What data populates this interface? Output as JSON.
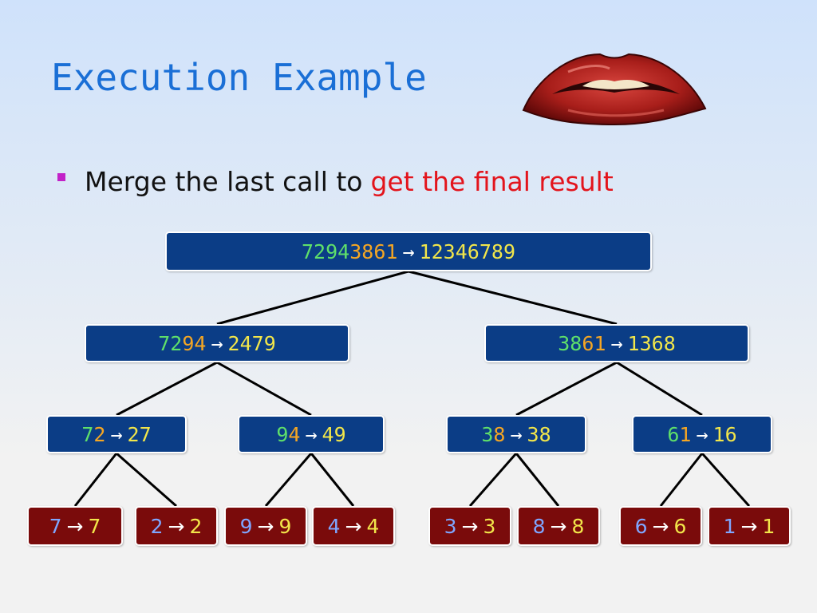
{
  "slide": {
    "title": "Execution Example",
    "bullet": {
      "text": "Merge the last call to",
      "accent_text": "get the final result",
      "accent_color": "#e3141c",
      "marker_color": "#c222c8"
    },
    "image": "lips-graphic"
  },
  "colors": {
    "green": "#5fe06a",
    "orange": "#f5a623",
    "yellow": "#f2e64a",
    "blue": "#7fa6ff",
    "arrow": "#ffffff"
  },
  "tree": {
    "nodes": [
      {
        "id": "root",
        "input": [
          [
            "7",
            "green"
          ],
          [
            "2",
            "green"
          ],
          [
            "9",
            "green"
          ],
          [
            "4",
            "green"
          ],
          [
            "3",
            "orange"
          ],
          [
            "8",
            "orange"
          ],
          [
            "6",
            "orange"
          ],
          [
            "1",
            "orange"
          ]
        ],
        "output": [
          [
            "1",
            "yellow"
          ],
          [
            "2",
            "yellow"
          ],
          [
            "3",
            "yellow"
          ],
          [
            "4",
            "yellow"
          ],
          [
            "6",
            "yellow"
          ],
          [
            "7",
            "yellow"
          ],
          [
            "8",
            "yellow"
          ],
          [
            "9",
            "yellow"
          ]
        ]
      },
      {
        "id": "left",
        "input": [
          [
            "7",
            "green"
          ],
          [
            "2",
            "green"
          ],
          [
            "9",
            "orange"
          ],
          [
            "4",
            "orange"
          ]
        ],
        "output": [
          [
            "2",
            "yellow"
          ],
          [
            "4",
            "yellow"
          ],
          [
            "7",
            "yellow"
          ],
          [
            "9",
            "yellow"
          ]
        ]
      },
      {
        "id": "right",
        "input": [
          [
            "3",
            "green"
          ],
          [
            "8",
            "green"
          ],
          [
            "6",
            "orange"
          ],
          [
            "1",
            "orange"
          ]
        ],
        "output": [
          [
            "1",
            "yellow"
          ],
          [
            "3",
            "yellow"
          ],
          [
            "6",
            "yellow"
          ],
          [
            "8",
            "yellow"
          ]
        ]
      },
      {
        "id": "ll",
        "input": [
          [
            "7",
            "green"
          ],
          [
            "2",
            "orange"
          ]
        ],
        "output": [
          [
            "2",
            "yellow"
          ],
          [
            "7",
            "yellow"
          ]
        ]
      },
      {
        "id": "lr",
        "input": [
          [
            "9",
            "green"
          ],
          [
            "4",
            "orange"
          ]
        ],
        "output": [
          [
            "4",
            "yellow"
          ],
          [
            "9",
            "yellow"
          ]
        ]
      },
      {
        "id": "rl",
        "input": [
          [
            "3",
            "green"
          ],
          [
            "8",
            "orange"
          ]
        ],
        "output": [
          [
            "3",
            "yellow"
          ],
          [
            "8",
            "yellow"
          ]
        ]
      },
      {
        "id": "rr",
        "input": [
          [
            "6",
            "green"
          ],
          [
            "1",
            "orange"
          ]
        ],
        "output": [
          [
            "1",
            "yellow"
          ],
          [
            "6",
            "yellow"
          ]
        ]
      },
      {
        "id": "leaf-7",
        "input": [
          [
            "7",
            "blue"
          ]
        ],
        "output": [
          [
            "7",
            "yellow"
          ]
        ]
      },
      {
        "id": "leaf-2",
        "input": [
          [
            "2",
            "blue"
          ]
        ],
        "output": [
          [
            "2",
            "yellow"
          ]
        ]
      },
      {
        "id": "leaf-9",
        "input": [
          [
            "9",
            "blue"
          ]
        ],
        "output": [
          [
            "9",
            "yellow"
          ]
        ]
      },
      {
        "id": "leaf-4",
        "input": [
          [
            "4",
            "blue"
          ]
        ],
        "output": [
          [
            "4",
            "yellow"
          ]
        ]
      },
      {
        "id": "leaf-3",
        "input": [
          [
            "3",
            "blue"
          ]
        ],
        "output": [
          [
            "3",
            "yellow"
          ]
        ]
      },
      {
        "id": "leaf-8",
        "input": [
          [
            "8",
            "blue"
          ]
        ],
        "output": [
          [
            "8",
            "yellow"
          ]
        ]
      },
      {
        "id": "leaf-6",
        "input": [
          [
            "6",
            "blue"
          ]
        ],
        "output": [
          [
            "6",
            "yellow"
          ]
        ]
      },
      {
        "id": "leaf-1",
        "input": [
          [
            "1",
            "blue"
          ]
        ],
        "output": [
          [
            "1",
            "yellow"
          ]
        ]
      }
    ],
    "edges": [
      [
        "root",
        "left"
      ],
      [
        "root",
        "right"
      ],
      [
        "left",
        "ll"
      ],
      [
        "left",
        "lr"
      ],
      [
        "right",
        "rl"
      ],
      [
        "right",
        "rr"
      ],
      [
        "ll",
        "leaf-7"
      ],
      [
        "ll",
        "leaf-2"
      ],
      [
        "lr",
        "leaf-9"
      ],
      [
        "lr",
        "leaf-4"
      ],
      [
        "rl",
        "leaf-3"
      ],
      [
        "rl",
        "leaf-8"
      ],
      [
        "rr",
        "leaf-6"
      ],
      [
        "rr",
        "leaf-1"
      ]
    ]
  }
}
